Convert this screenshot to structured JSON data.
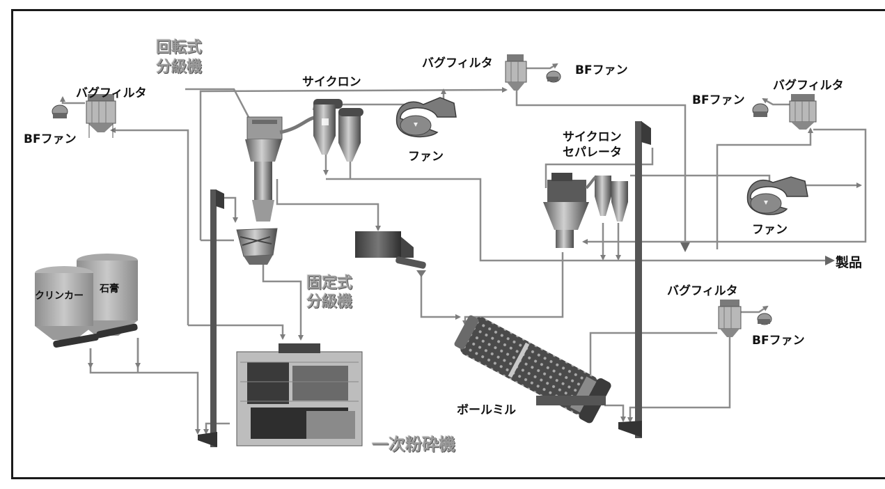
{
  "labels": {
    "rotary_classifier_1": "回転式",
    "rotary_classifier_2": "分級機",
    "static_classifier_1": "固定式",
    "static_classifier_2": "分級機",
    "primary_crusher": "一次粉砕機",
    "cyclone": "サイクロン",
    "cyclone_separator_1": "サイクロン",
    "cyclone_separator_2": "セパレータ",
    "bag_filter_top_left": "バグフィルタ",
    "bag_filter_top_center": "バグフィルタ",
    "bag_filter_top_right": "バグフィルタ",
    "bag_filter_bottom_right": "バグフィルタ",
    "bf_fan_left": "BFファン",
    "bf_fan_center": "BFファン",
    "bf_fan_right": "BFファン",
    "bf_fan_bottom_right": "BFファン",
    "fan_center": "ファン",
    "fan_right": "ファン",
    "ball_mill": "ボールミル",
    "product": "製品",
    "clinker": "クリンカー",
    "gypsum": "石膏"
  },
  "colors": {
    "flow_line": "#8c8c8c",
    "equipment_dark": "#3a3a3a",
    "equipment_mid": "#7a7a7a",
    "equipment_light": "#bdbdbd",
    "frame": "#1a1a1a"
  }
}
